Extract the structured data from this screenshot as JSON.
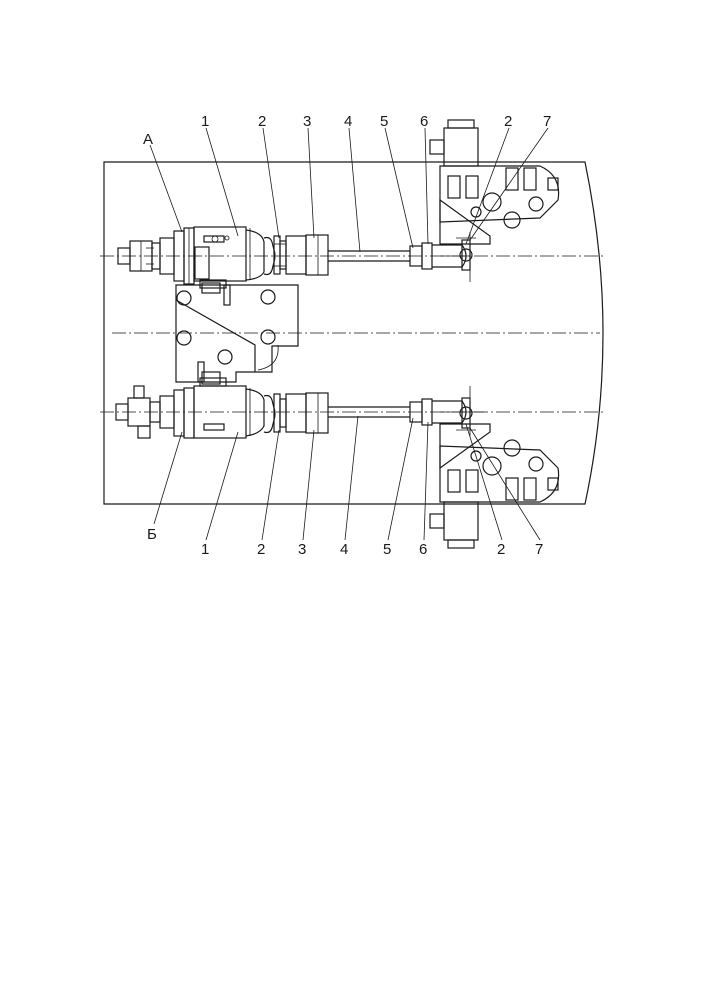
{
  "labels": {
    "top_row": [
      "А",
      "1",
      "2",
      "3",
      "4",
      "5",
      "6",
      "2",
      "7"
    ],
    "bottom_row": [
      "Б",
      "1",
      "2",
      "3",
      "4",
      "5",
      "6",
      "2",
      "7"
    ]
  }
}
